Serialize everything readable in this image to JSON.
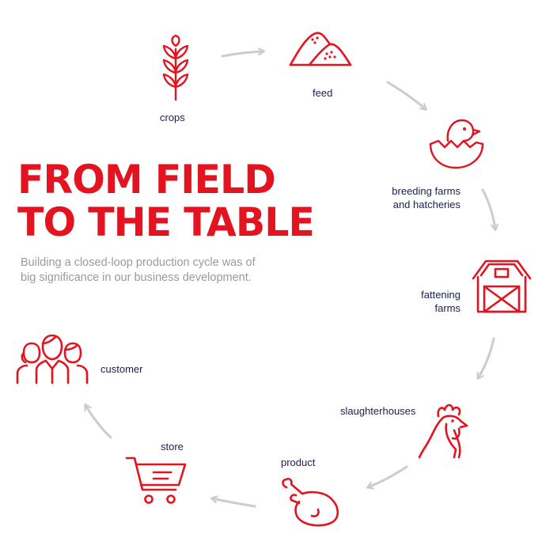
{
  "title_lines": [
    "FROM FIELD",
    "TO THE TABLE"
  ],
  "subtitle": "Building a closed-loop production cycle was of big significance in our business development.",
  "colors": {
    "accent": "#e3141f",
    "label": "#1a1f4d",
    "subtitle": "#9a9a9a",
    "arrow": "#cccccc"
  },
  "stages": [
    {
      "id": "crops",
      "label": "crops",
      "icon": "wheat-icon"
    },
    {
      "id": "feed",
      "label": "feed",
      "icon": "feed-piles-icon"
    },
    {
      "id": "breeding",
      "label_lines": [
        "breeding farms",
        "and hatcheries"
      ],
      "icon": "hatching-chick-icon"
    },
    {
      "id": "fattening",
      "label_lines": [
        "fattening",
        "farms"
      ],
      "icon": "barn-icon"
    },
    {
      "id": "slaughter",
      "label": "slaughterhouses",
      "icon": "rooster-icon"
    },
    {
      "id": "product",
      "label": "product",
      "icon": "roast-chicken-icon"
    },
    {
      "id": "store",
      "label": "store",
      "icon": "shopping-cart-icon"
    },
    {
      "id": "customer",
      "label": "customer",
      "icon": "people-group-icon"
    }
  ]
}
